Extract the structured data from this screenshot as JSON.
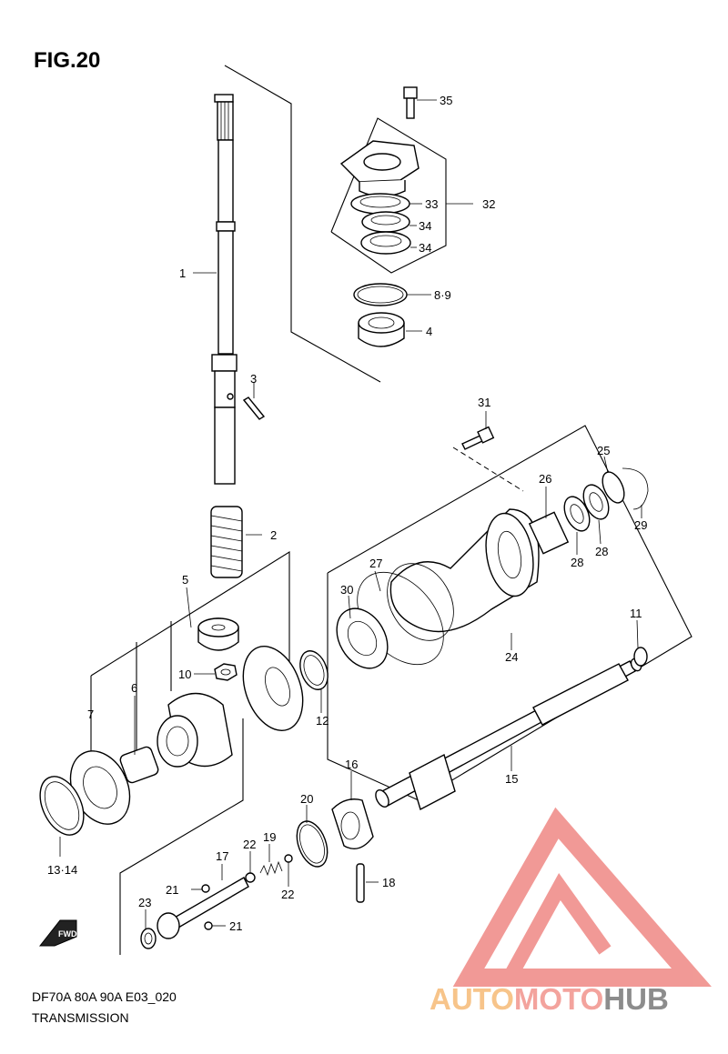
{
  "figure": {
    "title": "FIG.20"
  },
  "footer": {
    "code": "DF70A 80A 90A E03_020",
    "name": "TRANSMISSION"
  },
  "direction_badge": "FWD",
  "watermark": {
    "part1": "AUTO",
    "part2": "MOTO",
    "part3": "HUB",
    "colors": {
      "auto": "#f7c48a",
      "moto": "#f3a39d",
      "hub": "#8c8c8c",
      "logo": "#f08f8b"
    }
  },
  "callouts": {
    "c1": "1",
    "c2": "2",
    "c3": "3",
    "c4": "4",
    "c5": "5",
    "c6": "6",
    "c7": "7",
    "c89": "8·9",
    "c10": "10",
    "c11": "11",
    "c12": "12",
    "c1314": "13·14",
    "c15": "15",
    "c16": "16",
    "c17": "17",
    "c18": "18",
    "c19": "19",
    "c20": "20",
    "c21a": "21",
    "c21b": "21",
    "c22a": "22",
    "c22b": "22",
    "c23": "23",
    "c24": "24",
    "c25": "25",
    "c26": "26",
    "c27": "27",
    "c28a": "28",
    "c28b": "28",
    "c29": "29",
    "c30": "30",
    "c31": "31",
    "c32": "32",
    "c33": "33",
    "c34a": "34",
    "c34b": "34",
    "c35": "35"
  }
}
